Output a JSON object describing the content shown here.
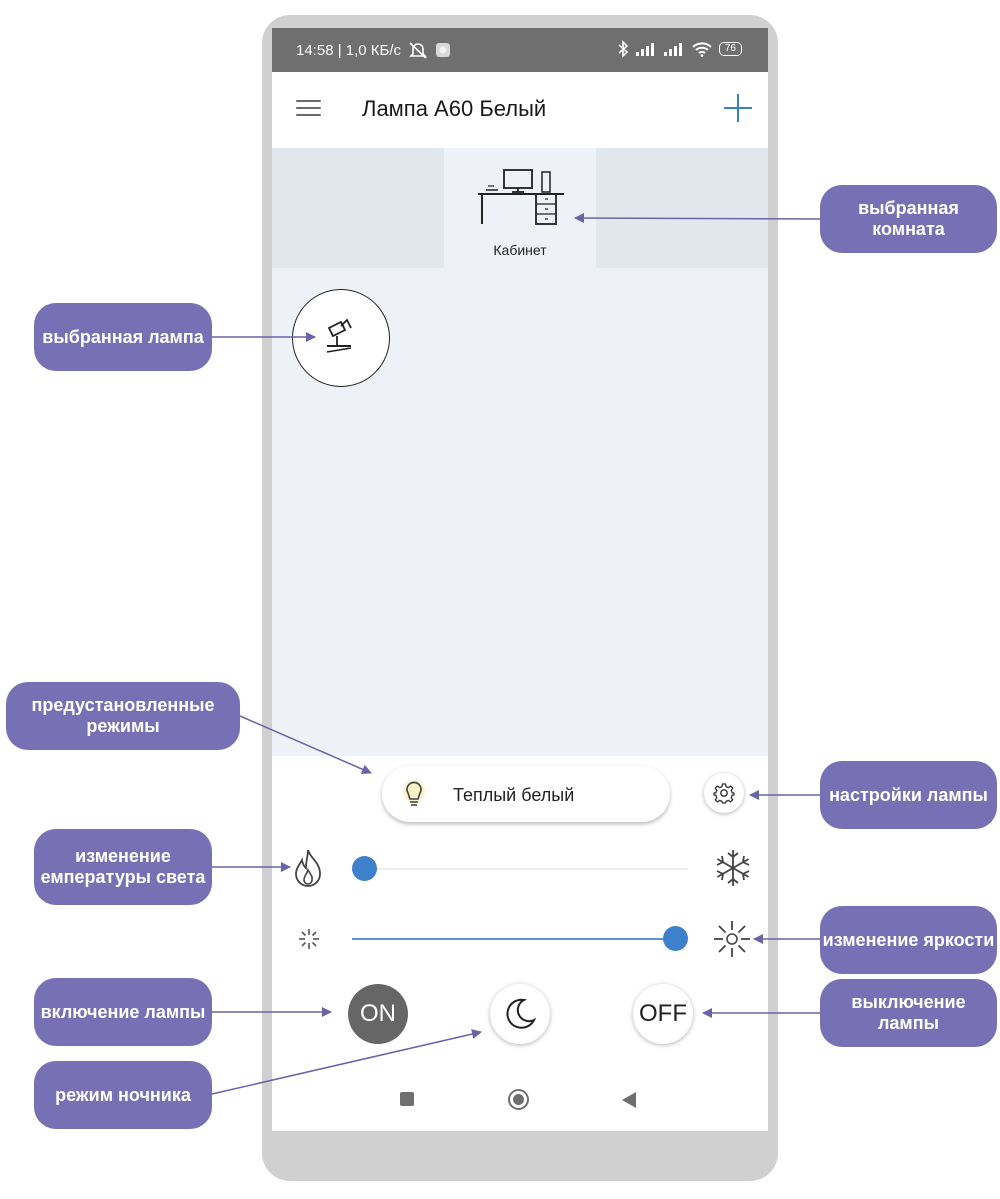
{
  "statusbar": {
    "time_speed": "14:58 | 1,0 КБ/с",
    "battery": "76"
  },
  "appbar": {
    "title": "Лампа А60 Белый"
  },
  "rooms": {
    "selected_label": "Кабинет"
  },
  "preset": {
    "label": "Теплый белый"
  },
  "sliders": {
    "temperature_level": 0.0,
    "brightness_level": 1.0
  },
  "buttons": {
    "on_label": "ON",
    "off_label": "OFF"
  },
  "callouts": {
    "selected_room": "выбранная комната",
    "selected_lamp": "выбранная лампа",
    "presets": "предустановленные режимы",
    "temperature": "изменение емпературы света",
    "brightness": "изменение яркости",
    "settings": "настройки лампы",
    "turn_on": "включение лампы",
    "turn_off": "выключение лампы",
    "night_mode": "режим ночника"
  },
  "colors": {
    "accent": "#3f80cc",
    "callout": "#7870b4",
    "statusbar": "#6f6f6f"
  },
  "icons": {
    "menu": "hamburger-menu-icon",
    "add": "plus-icon",
    "room": "office-desk-icon",
    "lamp": "desk-lamp-icon",
    "preset": "light-bulb-icon",
    "settings": "gear-icon",
    "warm": "flame-icon",
    "cold": "snowflake-icon",
    "dim": "dim-sun-icon",
    "bright": "bright-sun-icon",
    "night": "moon-icon"
  }
}
